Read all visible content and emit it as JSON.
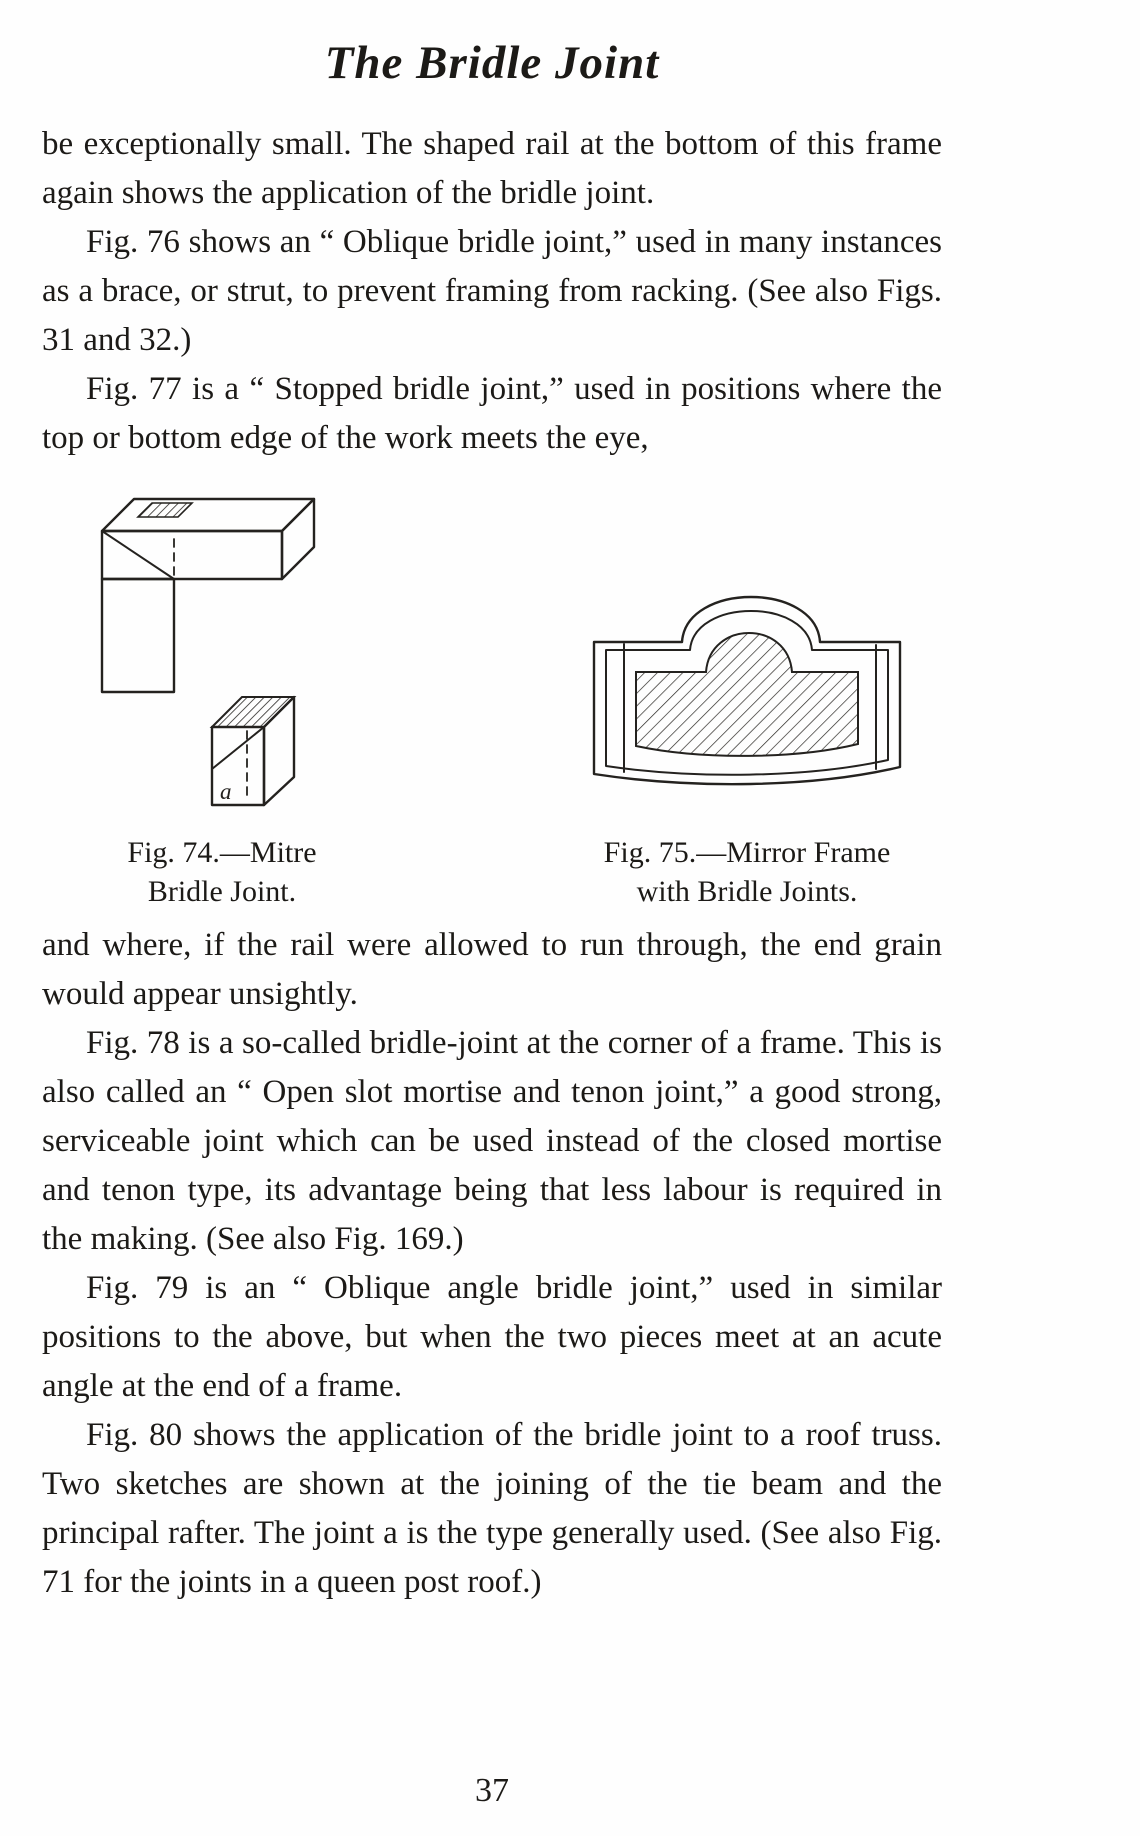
{
  "page": {
    "title": "The Bridle Joint",
    "number": "37"
  },
  "text": {
    "top": [
      "be exceptionally small. The shaped rail at the bottom of this frame again shows the application of the bridle joint.",
      "Fig. 76 shows an “ Oblique bridle joint,” used in many instances as a brace, or strut, to prevent framing from racking. (See also Figs. 31 and 32.)",
      "Fig. 77 is a “ Stopped bridle joint,” used in positions where the top or bottom edge of the work meets the eye,"
    ],
    "bottom": [
      "and where, if the rail were allowed to run through, the end grain would appear unsightly.",
      "Fig. 78 is a so-called bridle-joint at the corner of a frame. This is also called an “ Open slot mortise and tenon joint,” a good strong, serviceable joint which can be used instead of the closed mortise and tenon type, its advantage being that less labour is required in the making. (See also Fig. 169.)",
      "Fig. 79 is an “ Oblique angle bridle joint,” used in similar positions to the above, but when the two pieces meet at an acute angle at the end of a frame.",
      "Fig. 80 shows the application of the bridle joint to a roof truss. Two sketches are shown at the joining of the tie beam and the principal rafter. The joint a is the type generally used. (See also Fig. 71 for the joints in a queen post roof.)"
    ]
  },
  "figures": [
    {
      "caption_line1": "Fig. 74.—Mitre",
      "caption_line2": "Bridle Joint.",
      "part_label": "a"
    },
    {
      "caption_line1": "Fig. 75.—Mirror Frame",
      "caption_line2": "with Bridle Joints."
    }
  ],
  "colors": {
    "ink": "#1c1a17",
    "paper": "#fefefe"
  }
}
